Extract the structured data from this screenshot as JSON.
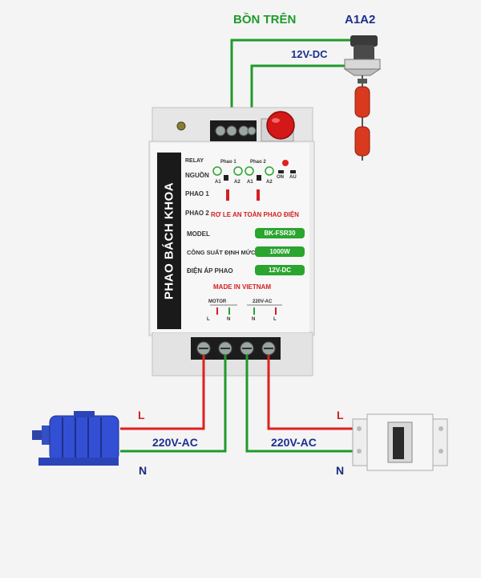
{
  "labels": {
    "bon_tren": "BỒN TRÊN",
    "a1a2": "A1A2",
    "dc_12v": "12V-DC",
    "l_left": "L",
    "n_left": "N",
    "ac_left": "220V-AC",
    "l_right": "L",
    "n_right": "N",
    "ac_right": "220V-AC"
  },
  "panel": {
    "brand": "PHAO BÁCH KHOA",
    "relay": "RELAY",
    "nguon": "NGUỒN",
    "phao1": "PHAO 1",
    "phao2": "PHAO 2",
    "phao1_small": "Phao 1",
    "phao2_small": "Phao 2",
    "on": "ON",
    "au": "AU",
    "title": "RƠ LE AN TOÀN PHAO ĐIỆN",
    "model_label": "MODEL",
    "model_value": "BK-FSR30",
    "power_label": "CÔNG SUẤT ĐỊNH MỨC",
    "power_value": "1000W",
    "voltage_label": "ĐIỆN ÁP PHAO",
    "voltage_value": "12V-DC",
    "made_in": "MADE IN VIETNAM",
    "motor": "MOTOR",
    "ac_220": "220V-AC",
    "term_l1": "L",
    "term_n1": "N",
    "term_n2": "N",
    "term_l2": "L",
    "a1": "A1",
    "a2": "A2",
    "a1b": "A1",
    "a2b": "A2"
  },
  "colors": {
    "wire_green": "#1f9a2a",
    "wire_red": "#e02020",
    "label_blue": "#1b2f8f",
    "label_red": "#d42020",
    "panel_green": "#2aa52e"
  }
}
